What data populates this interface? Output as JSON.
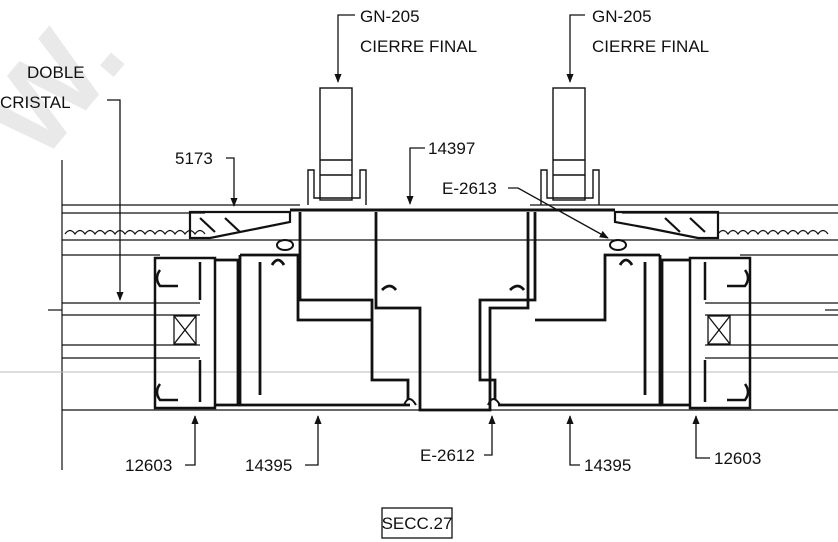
{
  "labels": {
    "gn205_left_code": "GN-205",
    "gn205_left_desc": "CIERRE FINAL",
    "gn205_right_code": "GN-205",
    "gn205_right_desc": "CIERRE FINAL",
    "doble": "DOBLE",
    "cristal": "CRISTAL",
    "p5173": "5173",
    "p14397": "14397",
    "e2613": "E-2613",
    "p12603_left": "12603",
    "p14395_left": "14395",
    "e2612": "E-2612",
    "p14395_right": "14395",
    "p12603_right": "12603",
    "section": "SECC.27"
  },
  "watermark_text": "W.",
  "colors": {
    "line": "#111111",
    "watermark": "#d8d8d8",
    "background": "#ffffff"
  }
}
